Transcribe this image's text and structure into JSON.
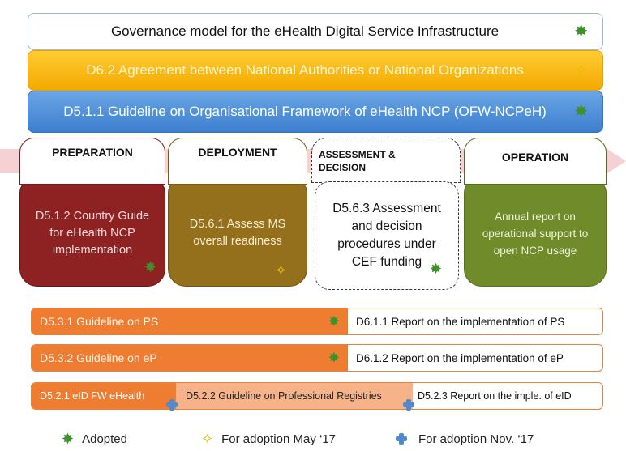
{
  "banners": {
    "governance": "Governance model for the eHealth Digital Service Infrastructure",
    "d62": "D6.2  Agreement between National Authorities or National Organizations",
    "d511": "D5.1.1 Guideline on Organisational Framework  of eHealth NCP (OFW-NCPeH)"
  },
  "phases": {
    "preparation": {
      "title": "PREPARATION",
      "body": "D5.1.2 Country Guide for eHealth NCP implementation"
    },
    "deployment": {
      "title": "DEPLOYMENT",
      "body": "D5.6.1  Assess MS overall readiness"
    },
    "assessment": {
      "title": "ASSESSMENT & DECISION",
      "body": "D5.6.3 Assessment and decision procedures under CEF funding"
    },
    "operation": {
      "title": "OPERATION",
      "body": "Annual report on operational support to open NCP usage"
    }
  },
  "rows": {
    "r1": {
      "left": "D5.3.1 Guideline on PS",
      "right": "D6.1.1 Report on the implementation of PS"
    },
    "r2": {
      "left": "D5.3.2 Guideline on eP",
      "right": "D6.1.2 Report on the implementation of eP"
    },
    "r3": {
      "seg1": "D5.2.1 eID FW eHealth",
      "seg2": "D5.2.2 Guideline on Professional Registries",
      "seg3": "D5.2.3 Report on the imple. of eID"
    }
  },
  "legend": {
    "adopted": "Adopted",
    "may": "For adoption May ‘17",
    "nov": "For adoption Nov. ‘17"
  },
  "icons": {
    "adopted": "green-star-burst-icon",
    "may": "yellow-four-point-star-icon",
    "nov": "blue-plus-icon"
  },
  "colors": {
    "governance_border": "#9fb6d8",
    "d62": "#f3a900",
    "d511": "#3d7fcf",
    "preparation": "#8e2222",
    "deployment": "#94701c",
    "operation": "#6f8b2a",
    "guideline_orange": "#ee7d31",
    "registries_peach": "#f6b38a",
    "adopted_green": "#3f8f2a",
    "may_yellow": "#e2c000",
    "nov_blue": "#4f8ad1"
  }
}
